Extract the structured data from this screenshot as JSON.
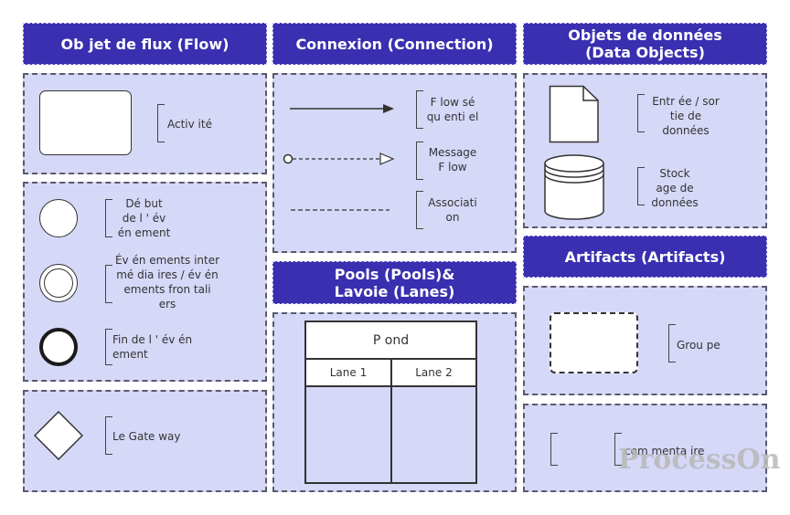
{
  "headers": {
    "flow": "Ob jet  de  flux  (Flow)",
    "connection": "Connexion  (Connection)",
    "data_objects": "Objets  de  données\n(Data  Objects)",
    "pools": "Pools  (Pools)&\nLavoie  (Lanes)",
    "artifacts": "Artifacts  (Artifacts)"
  },
  "flow": {
    "activity": "Activ ité",
    "start_event": "Dé but\nde l ' év\nén ement",
    "intermediate_event": "Év én ements inter\nmé dia ires / év én\nements fron tali\ners",
    "end_event": "Fin de l ' év én\nement",
    "gateway": "Le Gate way"
  },
  "connection": {
    "sequence_flow": "F low sé\nqu enti el",
    "message_flow": "Message\nF low",
    "association": "Associati\non"
  },
  "data_objects": {
    "input_output": "Entr ée / sor\ntie de\ndonnées",
    "data_store": "Stock\nage de\ndonnées"
  },
  "pools": {
    "pool_title": "P ond",
    "lane1": "Lane 1",
    "lane2": "Lane 2"
  },
  "artifacts": {
    "group": "Grou pe",
    "comment": "com menta ire"
  },
  "watermark": "ProcessOn"
}
